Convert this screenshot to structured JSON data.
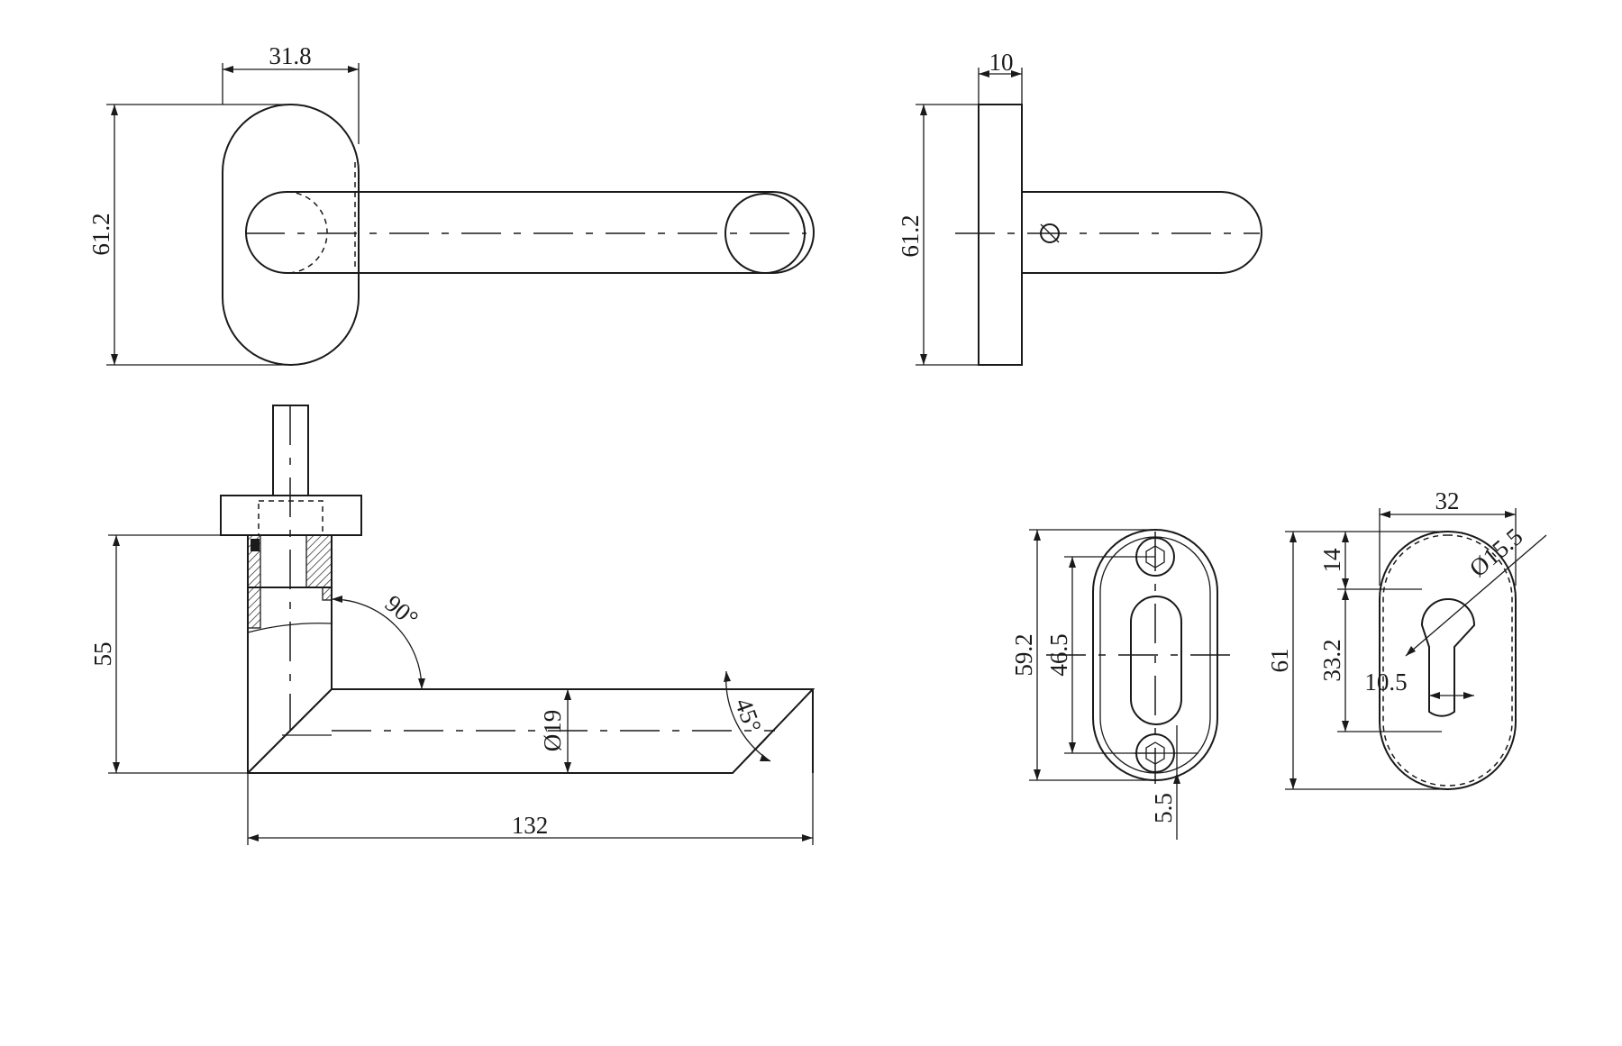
{
  "dimensions": {
    "rose_width": "31.8",
    "rose_height": "61.2",
    "side_rose_height": "61.2",
    "side_rose_thickness": "10",
    "lever_height": "55",
    "lever_angle": "90°",
    "lever_diameter": "Ø19",
    "lever_tip_angle": "45°",
    "lever_length": "132",
    "escutcheon_outer_height": "59.2",
    "escutcheon_screw_spacing": "46.5",
    "escutcheon_screw_size": "5.5",
    "cylinder_plate_width": "32",
    "cylinder_plate_height": "61",
    "cylinder_top_offset": "14",
    "cylinder_bore_diameter": "Ø15.5",
    "cylinder_length": "33.2",
    "cylinder_slot_width": "10.5"
  }
}
